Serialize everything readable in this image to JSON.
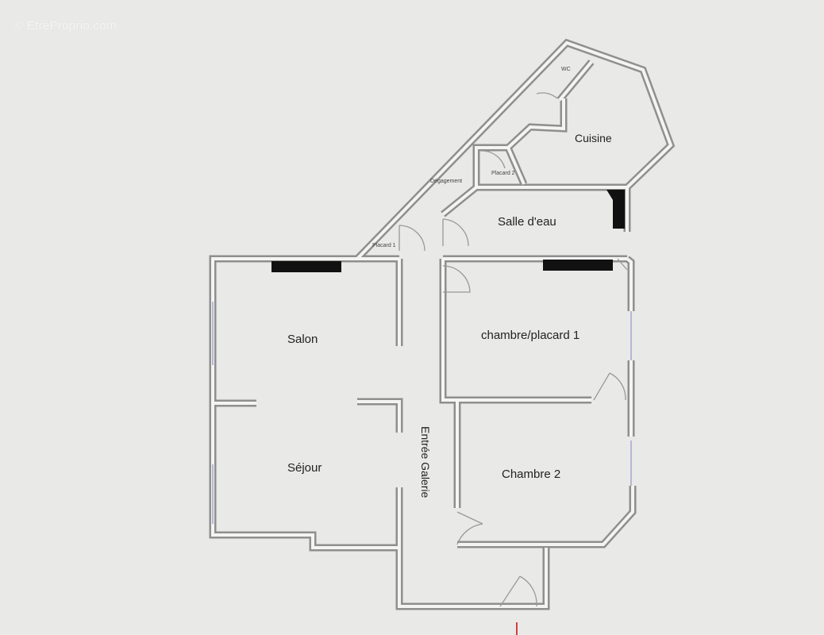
{
  "watermark": "© EtreProprio.com",
  "rooms": {
    "wc": "WC",
    "cuisine": "Cuisine",
    "placard2": "Placard 2",
    "degagement": "Dégagement",
    "salle_deau": "Salle d'eau",
    "placard1": "Placard 1",
    "salon": "Salon",
    "chambre_placard1": "chambre/placard 1",
    "sejour": "Séjour",
    "entree_galerie": "Entrée Galerie",
    "chambre2": "Chambre 2"
  },
  "colors": {
    "background": "#e9e9e7",
    "wall_fill": "#f4f4f3",
    "wall_stroke": "#8a8a8a",
    "pillar": "#111111",
    "window": "#b4b8d6",
    "entry_marker": "#d04040"
  }
}
